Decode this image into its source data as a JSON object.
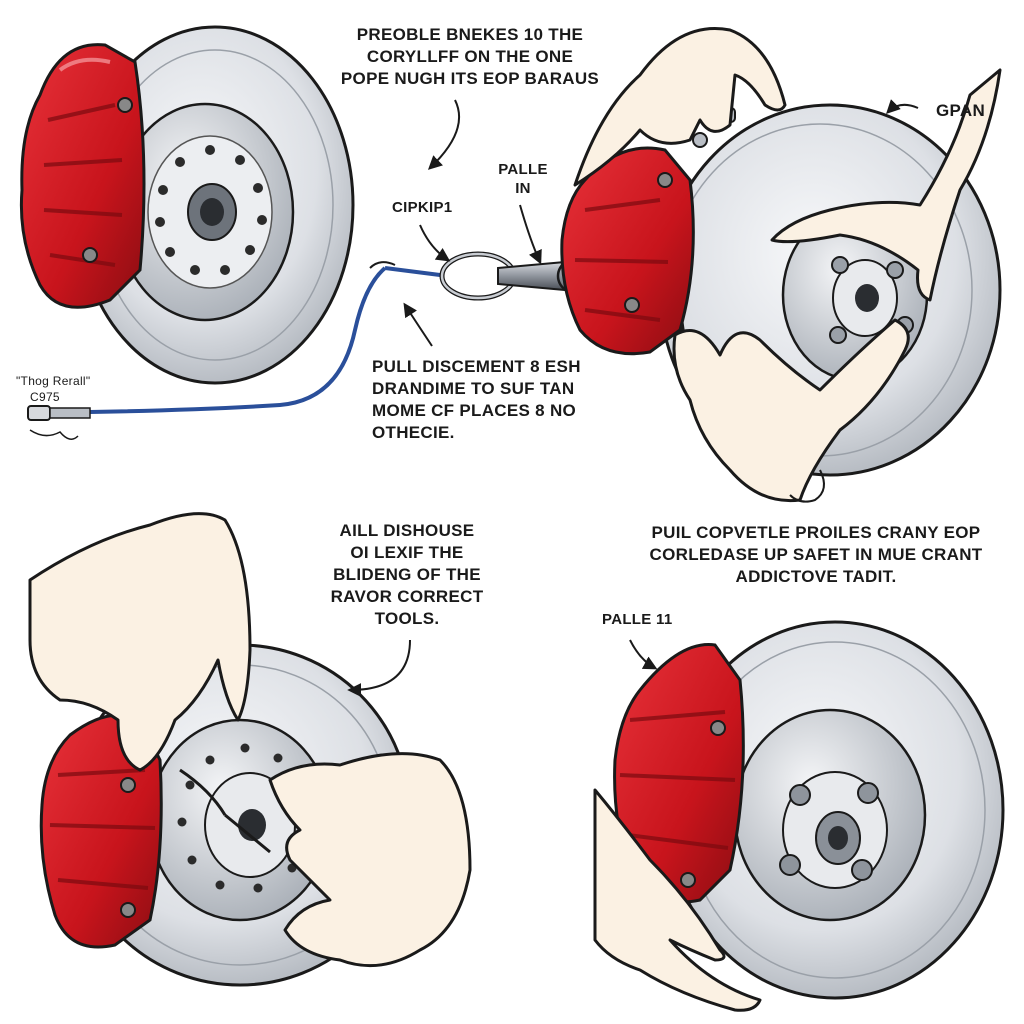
{
  "callouts": {
    "top_center": [
      "PREOBLE BNEKES 10 THE",
      "CORYLLFF ON THE ONE",
      "POPE NUGH ITS EOP BARAUS"
    ],
    "top_right_arrow": "GPAN",
    "clip_tag": "CIPKIP1",
    "tool_tag": [
      "PALLE",
      "IN"
    ],
    "middle": [
      "PULL DISCEMENT 8 ESH",
      "DRANDIME TO SUF TAN",
      "MOME CF PLACES 8 NO",
      "OTHECIE."
    ],
    "sensor_tag": [
      "\"Thog Rerall\"",
      "C975"
    ],
    "lower_left": [
      "AILL DISHOUSE",
      "OI LEXIF THE",
      "BLIDENG OF THE",
      "RAVOR CORRECT",
      "TOOLS."
    ],
    "lower_right": [
      "PUIL COPVETLE PROILES CRANY EOP",
      "CORLEDASE UP SAFET IN MUE CRANT",
      "ADDICTOVE TADIT."
    ],
    "caliper_tag": "PALLE 11"
  },
  "colors": {
    "caliper_red": "#c8141c",
    "caliper_dark": "#8a0d12",
    "rotor_light": "#eef0f3",
    "rotor_mid": "#c9cdd3",
    "hub_grey": "#b9bec5",
    "wire_blue": "#2a4f9a",
    "skin": "#fbf1e3",
    "ink": "#1a1a1a"
  }
}
